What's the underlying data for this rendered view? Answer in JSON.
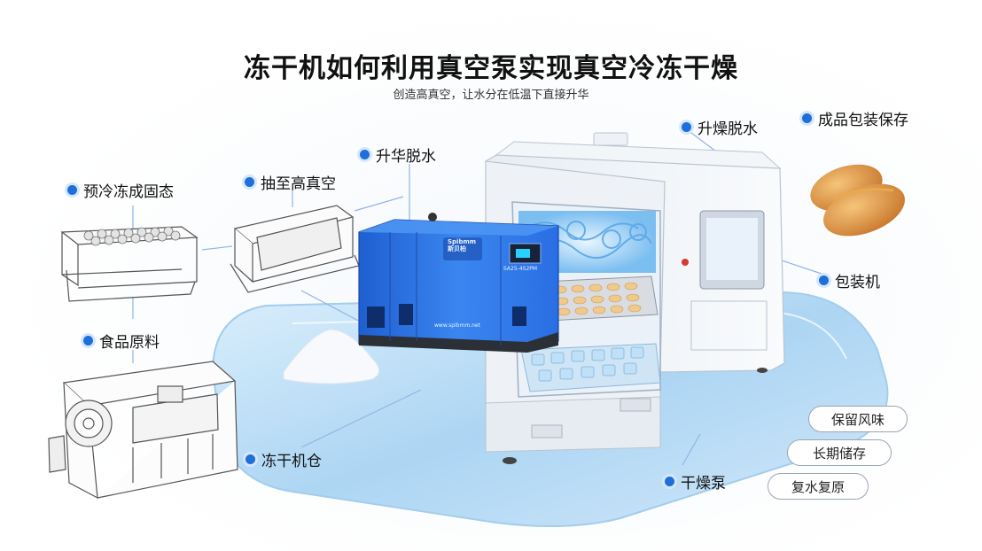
{
  "title": "冻干机如何利用真空泵实现真空冷冻干燥",
  "subtitle": "创造高真空，让水分在低温下直接升华",
  "labels": {
    "precool": "预冷冻成固态",
    "vacuum": "抽至高真空",
    "sublimation": "升华脱水",
    "drying": "升燥脱水",
    "storage": "成品包装保存",
    "packing_machine": "包装机",
    "raw_food": "食品原料",
    "chamber": "冻干机仓",
    "dry_pump": "干燥泵"
  },
  "benefits": [
    "保留风味",
    "长期储存",
    "复水复原"
  ],
  "pump_brand": "Spibmm\n斯贝柏",
  "pump_model": "SA25-4S2PM",
  "pump_url": "www.spibmm.net",
  "colors": {
    "accent": "#1e6fd9",
    "pump": "#2e6fe0",
    "ice": "#bfe0f6"
  }
}
